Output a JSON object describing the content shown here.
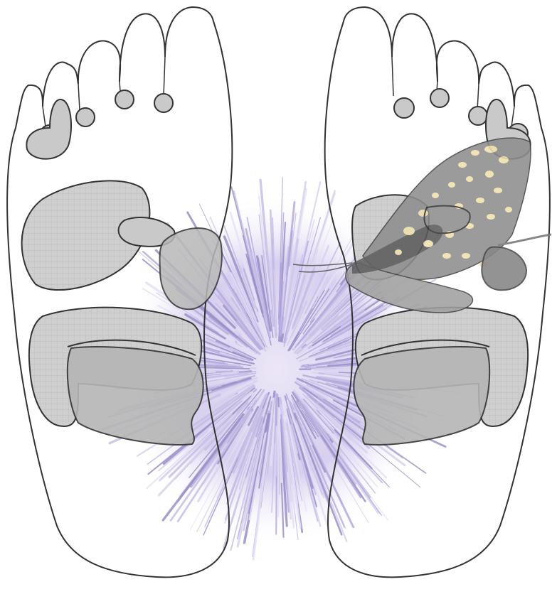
{
  "diagram": {
    "type": "foot reflexology chart with overlaid thistle flower and butterfly",
    "labels": [],
    "colors": {
      "background": "#ffffff",
      "outline": "#333333",
      "zone_fill": "#c9c9c9",
      "zone_fill_dark": "#a9a9a9",
      "thistle": "#c7bfe6",
      "thistle_dark": "#9c90c8",
      "butterfly": "#8e8e8e",
      "butterfly_spots": "#efe1ad"
    },
    "icons": [
      "left-foot-outline",
      "right-foot-outline",
      "thistle-flower",
      "butterfly"
    ]
  }
}
